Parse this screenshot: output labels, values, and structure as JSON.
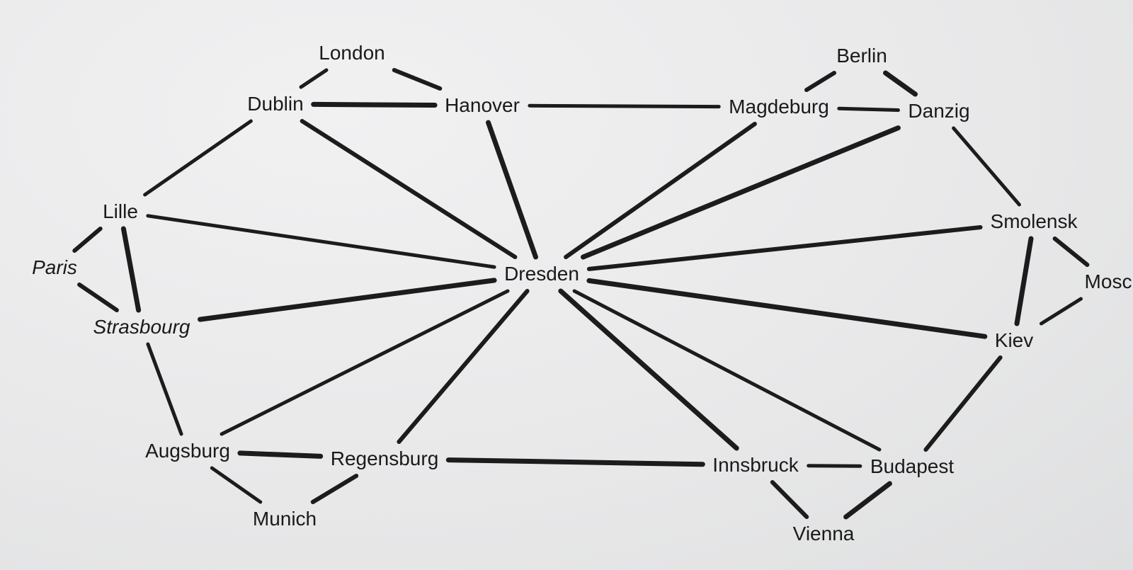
{
  "colors": {
    "paper": "#e9e9ea",
    "ink": "#1c1c1c"
  },
  "cities": {
    "london": "London",
    "dublin": "Dublin",
    "hanover": "Hanover",
    "berlin": "Berlin",
    "magdeburg": "Magdeburg",
    "danzig": "Danzig",
    "lille": "Lille",
    "paris": "Paris",
    "strasbourg": "Strasbourg",
    "dresden": "Dresden",
    "smolensk": "Smolensk",
    "moscow": "Mosc",
    "kiev": "Kiev",
    "augsburg": "Augsburg",
    "regensburg": "Regensburg",
    "munich": "Munich",
    "innsbruck": "Innsbruck",
    "budapest": "Budapest",
    "vienna": "Vienna"
  },
  "connections": [
    [
      "london",
      "dublin"
    ],
    [
      "london",
      "hanover"
    ],
    [
      "dublin",
      "hanover"
    ],
    [
      "dublin",
      "lille"
    ],
    [
      "dublin",
      "dresden"
    ],
    [
      "hanover",
      "dresden"
    ],
    [
      "hanover",
      "magdeburg"
    ],
    [
      "berlin",
      "magdeburg"
    ],
    [
      "berlin",
      "danzig"
    ],
    [
      "magdeburg",
      "danzig"
    ],
    [
      "magdeburg",
      "dresden"
    ],
    [
      "danzig",
      "dresden"
    ],
    [
      "danzig",
      "smolensk"
    ],
    [
      "lille",
      "paris"
    ],
    [
      "lille",
      "strasbourg"
    ],
    [
      "lille",
      "dresden"
    ],
    [
      "paris",
      "strasbourg"
    ],
    [
      "strasbourg",
      "dresden"
    ],
    [
      "strasbourg",
      "augsburg"
    ],
    [
      "dresden",
      "smolensk"
    ],
    [
      "dresden",
      "kiev"
    ],
    [
      "dresden",
      "augsburg"
    ],
    [
      "dresden",
      "regensburg"
    ],
    [
      "dresden",
      "innsbruck"
    ],
    [
      "dresden",
      "budapest"
    ],
    [
      "smolensk",
      "moscow"
    ],
    [
      "smolensk",
      "kiev"
    ],
    [
      "moscow",
      "kiev"
    ],
    [
      "kiev",
      "budapest"
    ],
    [
      "augsburg",
      "regensburg"
    ],
    [
      "augsburg",
      "munich"
    ],
    [
      "regensburg",
      "munich"
    ],
    [
      "regensburg",
      "innsbruck"
    ],
    [
      "innsbruck",
      "budapest"
    ],
    [
      "innsbruck",
      "vienna"
    ],
    [
      "budapest",
      "vienna"
    ]
  ]
}
